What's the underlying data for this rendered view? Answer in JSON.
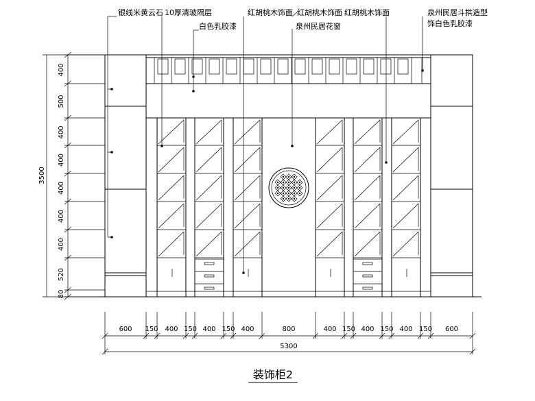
{
  "annotations": {
    "a1": "银线米黄云石",
    "a2": "10厚清玻隔层",
    "a3": "白色乳胶漆",
    "a4": "红胡桃木饰面",
    "a5": "红胡桃木饰面",
    "a6": "红胡桃木饰面",
    "a7": "泉州民居花窗",
    "a8_line1": "泉州民居斗拱造型",
    "a8_line2": "饰白色乳胶漆"
  },
  "vertical_dims": {
    "total": "3500",
    "segments": [
      "400",
      "500",
      "400",
      "400",
      "400",
      "400",
      "400",
      "520",
      "80"
    ]
  },
  "horizontal_dims": {
    "segments": [
      "600",
      "150",
      "400",
      "150",
      "400",
      "150",
      "400",
      "800",
      "400",
      "150",
      "400",
      "150",
      "400",
      "150",
      "600"
    ],
    "total": "5300"
  },
  "title": "装饰柜2"
}
